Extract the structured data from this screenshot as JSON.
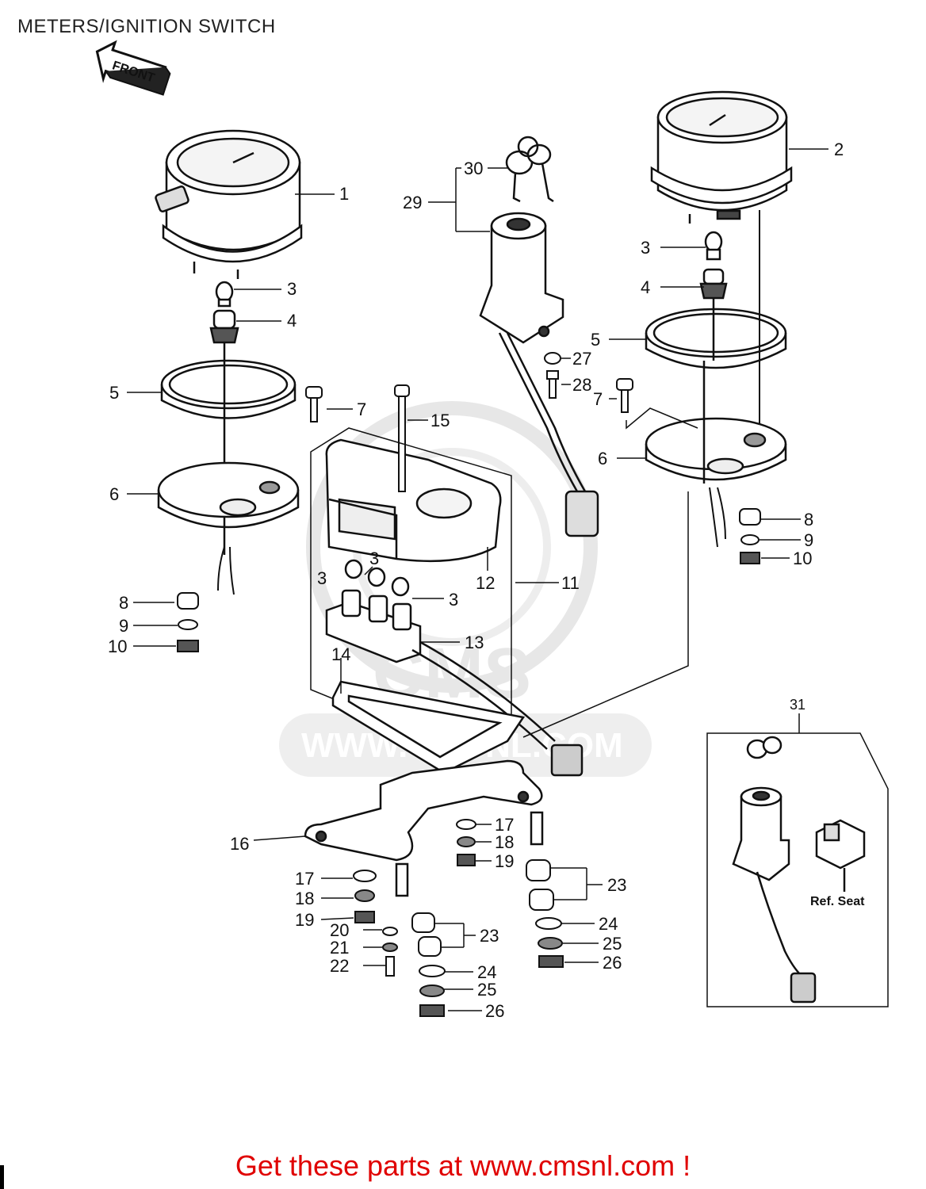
{
  "title": "METERS/IGNITION SWITCH",
  "front_label": "FRONT",
  "watermark_logo": "CMS",
  "watermark_url": "WWW.CMSNL.COM",
  "ref_seat_label": "Ref. Seat",
  "footer_text": "Get these parts at www.cmsnl.com !",
  "colors": {
    "footer": "#e00000",
    "line": "#111111",
    "watermark": "#d8d8d8"
  },
  "callouts": [
    "1",
    "2",
    "3",
    "3",
    "3",
    "3",
    "3",
    "4",
    "4",
    "5",
    "5",
    "6",
    "6",
    "7",
    "7",
    "8",
    "8",
    "9",
    "9",
    "10",
    "10",
    "11",
    "12",
    "13",
    "14",
    "15",
    "16",
    "17",
    "17",
    "18",
    "18",
    "19",
    "19",
    "20",
    "21",
    "22",
    "23",
    "23",
    "24",
    "24",
    "25",
    "25",
    "26",
    "26",
    "27",
    "28",
    "29",
    "30",
    "31"
  ]
}
